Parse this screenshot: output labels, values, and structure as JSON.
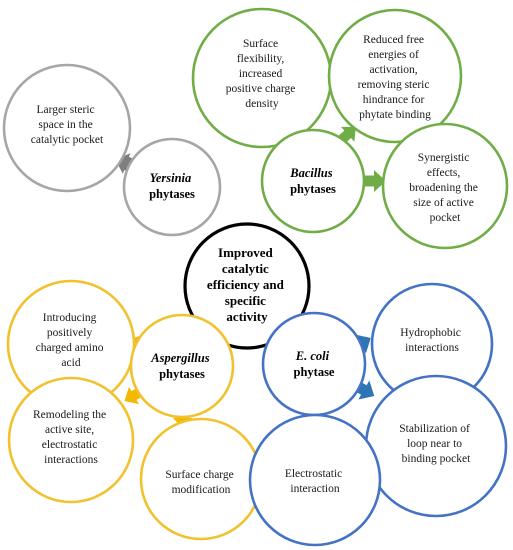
{
  "colors": {
    "gray": "#a6a6a6",
    "gray_arrow": "#7f7f7f",
    "green": "#70ad47",
    "gold": "#f2c12e",
    "gold_arrow": "#f5b800",
    "blue": "#4472c4",
    "blue_arrow": "#2e75b6",
    "black": "#000000"
  },
  "center": {
    "lines": [
      "Improved",
      "catalytic",
      "efficiency and",
      "specific",
      "activity"
    ]
  },
  "yersinia": {
    "hub": {
      "italic": "Yersinia",
      "plain": "phytases"
    },
    "effects": [
      {
        "lines": [
          "Larger steric",
          "space in the",
          "catalytic pocket"
        ]
      }
    ]
  },
  "bacillus": {
    "hub": {
      "italic": "Bacillus",
      "plain": "phytases"
    },
    "effects": [
      {
        "lines": [
          "Surface",
          "flexibility,",
          "increased",
          "positive charge",
          "density"
        ]
      },
      {
        "lines": [
          "Reduced free",
          "energies of",
          "activation,",
          "removing steric",
          "hindrance for",
          "phytate binding"
        ]
      },
      {
        "lines": [
          "Synergistic",
          "effects,",
          "broadening the",
          "size of active",
          "pocket"
        ]
      }
    ]
  },
  "aspergillus": {
    "hub": {
      "italic": "Aspergillus",
      "plain": "phytases"
    },
    "effects": [
      {
        "lines": [
          "Introducing",
          "positively",
          "charged amino",
          "acid"
        ]
      },
      {
        "lines": [
          "Remodeling the",
          "active site,",
          "electrostatic",
          "interactions"
        ]
      },
      {
        "lines": [
          "Surface charge",
          "modification"
        ]
      }
    ]
  },
  "ecoli": {
    "hub": {
      "italic": "E. coli",
      "plain": "phytase"
    },
    "effects": [
      {
        "lines": [
          "Hydrophobic",
          "interactions"
        ]
      },
      {
        "lines": [
          "Stabilization of",
          "loop near to",
          "binding pocket"
        ]
      },
      {
        "lines": [
          "Electrostatic",
          "interaction"
        ]
      }
    ]
  }
}
